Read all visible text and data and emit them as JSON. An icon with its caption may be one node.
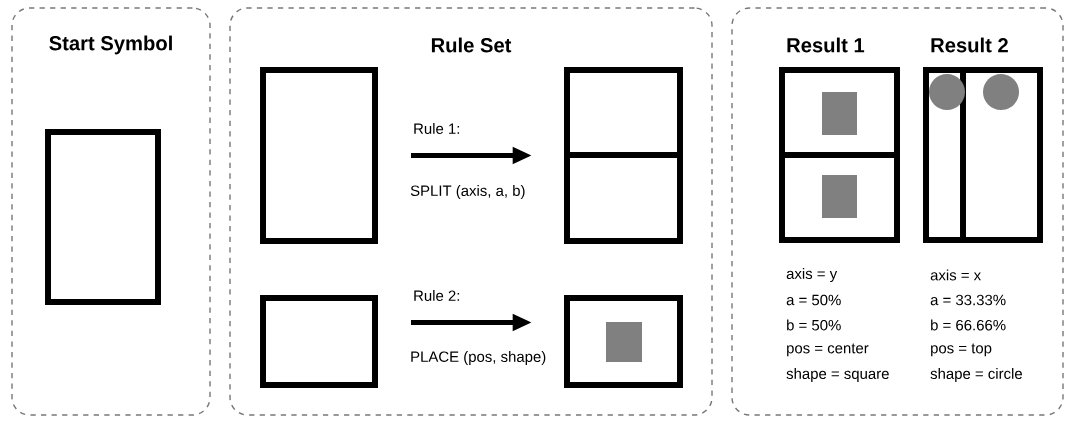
{
  "diagram": {
    "nodes": [
      {
        "text": [
          "Start Symbol"
        ]
      },
      {
        "text": [],
        "shape": "box",
        "in": 0
      },
      {
        "text": [
          "Rule Set"
        ]
      },
      {
        "text": [],
        "shape": "box",
        "in": 2
      },
      {
        "text": [],
        "shape": "box",
        "in": 2
      },
      {
        "text": [],
        "shape": "box",
        "in": 2
      },
      {
        "text": [],
        "shape": "box",
        "in": 2
      },
      {
        "text": [],
        "shape": "box"
      },
      {
        "text": [
          "Result 1"
        ],
        "in": 7,
        "beside": [
          "axis = y",
          "a = 50%",
          "b = 50%",
          "pos = center",
          "shape = square"
        ]
      },
      {
        "text": [
          "Result 2"
        ],
        "in": 7,
        "beside": [
          "axis = x",
          "a = 33.33%",
          "b = 66.66%",
          "pos = top",
          "shape = circle"
        ]
      }
    ],
    "edges": [
      {
        "from": 3,
        "to": 4,
        "arrow": "to",
        "label": "Rule 1:"
      },
      {
        "from": 5,
        "to": 6,
        "arrow": "to",
        "label": "Rule 2:"
      }
    ],
    "labels": [
      "SPLIT (axis, a, b)",
      "PLACE (pos, shape)"
    ]
  }
}
